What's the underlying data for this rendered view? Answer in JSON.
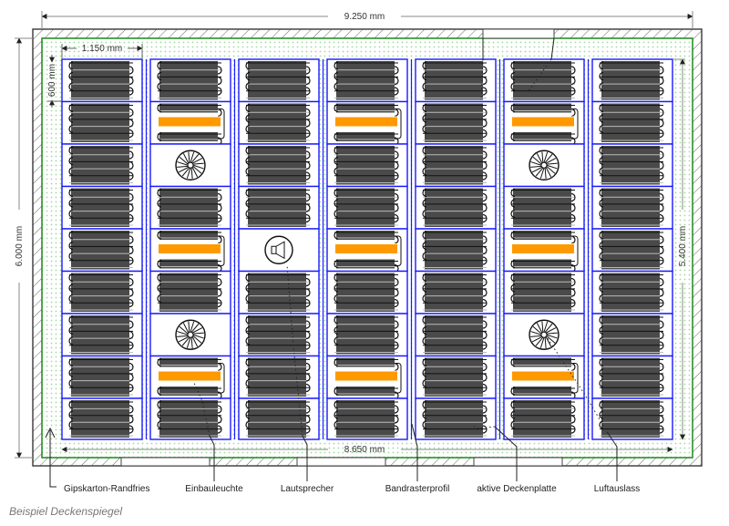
{
  "diagram": {
    "title": "Beispiel Deckenspiegel",
    "dimensions": {
      "total_width": "9.250 mm",
      "total_height": "6.000 mm",
      "inner_width": "8.650 mm",
      "inner_height": "5.400 mm",
      "panel_width": "1.150 mm",
      "panel_height": "600 mm"
    },
    "grid": {
      "columns": 7,
      "rows": 9,
      "special_cells": [
        {
          "col": 1,
          "row": 1,
          "type": "light"
        },
        {
          "col": 1,
          "row": 2,
          "type": "air-outlet"
        },
        {
          "col": 1,
          "row": 4,
          "type": "light"
        },
        {
          "col": 1,
          "row": 6,
          "type": "air-outlet"
        },
        {
          "col": 1,
          "row": 7,
          "type": "light"
        },
        {
          "col": 2,
          "row": 4,
          "type": "speaker"
        },
        {
          "col": 3,
          "row": 1,
          "type": "light"
        },
        {
          "col": 3,
          "row": 4,
          "type": "light"
        },
        {
          "col": 3,
          "row": 7,
          "type": "light"
        },
        {
          "col": 5,
          "row": 1,
          "type": "light"
        },
        {
          "col": 5,
          "row": 2,
          "type": "air-outlet"
        },
        {
          "col": 5,
          "row": 4,
          "type": "light"
        },
        {
          "col": 5,
          "row": 6,
          "type": "air-outlet"
        },
        {
          "col": 5,
          "row": 7,
          "type": "light"
        }
      ]
    },
    "legend": [
      {
        "key": "edge-strip",
        "label": "Gipskarton-Randfries"
      },
      {
        "key": "light",
        "label": "Einbauleuchte"
      },
      {
        "key": "speaker",
        "label": "Lautsprecher"
      },
      {
        "key": "grid-profile",
        "label": "Bandrasterprofil"
      },
      {
        "key": "active-panel",
        "label": "aktive Deckenplatte"
      },
      {
        "key": "air-outlet",
        "label": "Luftauslass"
      }
    ],
    "colors": {
      "grid_line": "#1a1aff",
      "edge_strip_border": "#1a8a1a",
      "edge_strip_dots": "#9fd89f",
      "light": "#ff9900",
      "panel_dark": "#4a4a4a",
      "wall": "#444444"
    }
  }
}
